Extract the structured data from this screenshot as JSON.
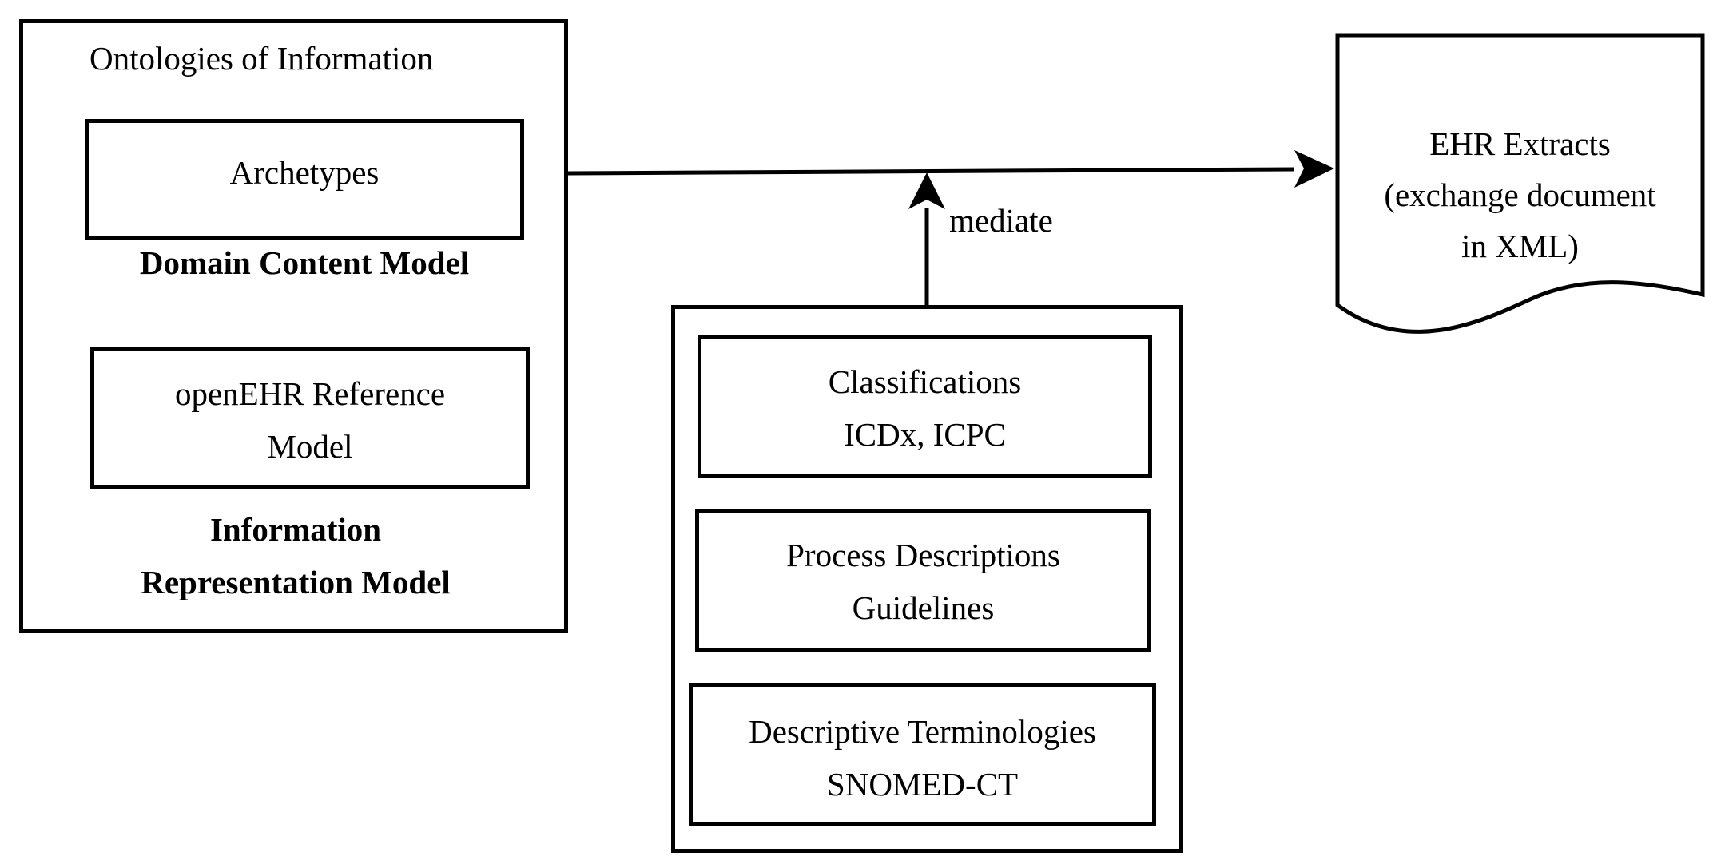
{
  "left_panel": {
    "title": "Ontologies of Information",
    "archetypes_box": {
      "label": "Archetypes"
    },
    "domain_content_caption": "Domain Content Model",
    "reference_model_box": {
      "lines": [
        "openEHR Reference",
        "Model"
      ]
    },
    "information_caption": {
      "lines": [
        "Information",
        "Representation Model"
      ]
    }
  },
  "mediate_label": "mediate",
  "knowledge_panel": {
    "boxes": [
      {
        "lines": [
          "Classifications",
          "ICDx, ICPC"
        ]
      },
      {
        "lines": [
          "Process Descriptions",
          "Guidelines"
        ]
      },
      {
        "lines": [
          "Descriptive Terminologies",
          "SNOMED-CT"
        ]
      }
    ]
  },
  "ehr_document": {
    "lines": [
      "EHR Extracts",
      "(exchange document",
      "in XML)"
    ]
  }
}
